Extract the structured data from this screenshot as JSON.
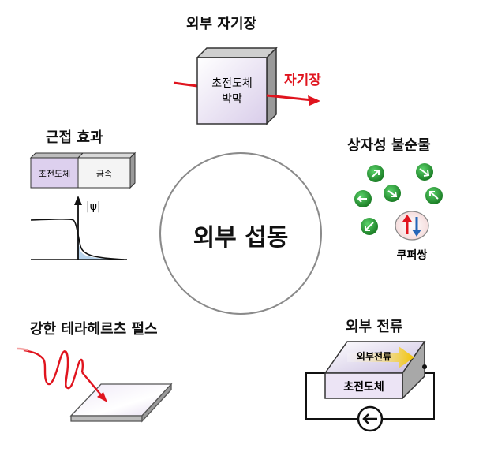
{
  "center": {
    "label": "외부 섭동"
  },
  "magnetic_field": {
    "title": "외부 자기장",
    "film_line1": "초전도체",
    "film_line2": "박막",
    "arrow_label": "자기장"
  },
  "proximity": {
    "title": "근접 효과",
    "sc_label": "초전도체",
    "metal_label": "금속",
    "psi_label": "|ψ|"
  },
  "impurities": {
    "title": "상자성 불순물",
    "pair_label": "쿠퍼쌍"
  },
  "current": {
    "title": "외부 전류",
    "arrow_label": "외부전류",
    "block_label": "초전도체"
  },
  "terahertz": {
    "title": "강한 테라헤르츠 펄스"
  },
  "colors": {
    "accent_red": "#e0141e",
    "green": "#1f9a2e",
    "block_face": "#ece4f5",
    "current_arrow": "#f2c200",
    "psi_fill": "#b9d4ec"
  }
}
